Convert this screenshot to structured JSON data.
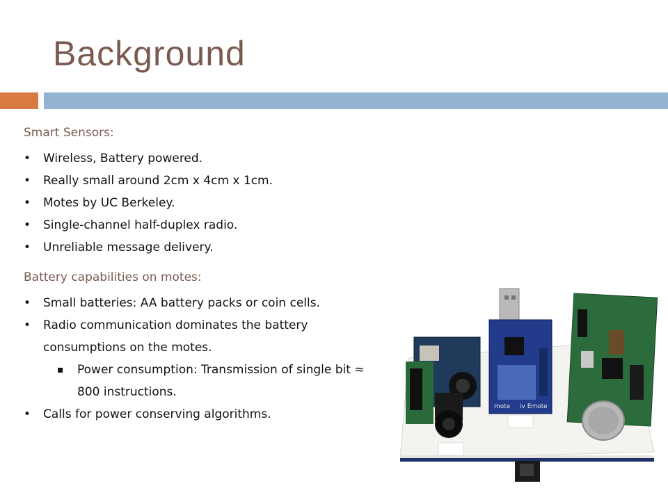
{
  "title": "Background",
  "colors": {
    "title": "#7a5a4e",
    "accent_orange": "#d97a43",
    "accent_blue": "#93b3d2"
  },
  "sections": [
    {
      "heading": "Smart Sensors:",
      "bullets": [
        "Wireless, Battery powered.",
        "Really small around 2cm x 4cm x 1cm.",
        "Motes by UC Berkeley.",
        "Single-channel half-duplex radio.",
        "Unreliable message delivery."
      ]
    },
    {
      "heading": "Battery capabilities on motes:",
      "bullets": [
        "Small batteries: AA battery packs or coin cells.",
        "Radio communication dominates the battery consumptions on the motes."
      ],
      "sub_bullet": "Power consumption: Transmission of single bit ≈ 800 instructions.",
      "final_bullet": "Calls for power conserving algorithms."
    }
  ],
  "photo": {
    "icon": "sensor-motes-photo",
    "board_labels": [
      "mote",
      "iv Emote"
    ]
  }
}
